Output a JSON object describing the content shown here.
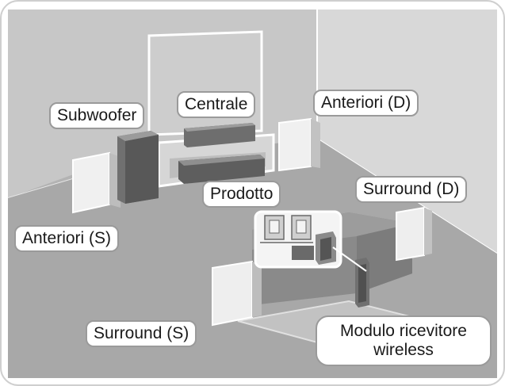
{
  "labels": {
    "subwoofer": "Subwoofer",
    "centrale": "Centrale",
    "anteriori_d": "Anteriori (D)",
    "prodotto": "Prodotto",
    "surround_d": "Surround (D)",
    "anteriori_s": "Anteriori (S)",
    "surround_s": "Surround (S)",
    "modulo_line1": "Modulo ricevitore",
    "modulo_line2": "wireless"
  },
  "colors": {
    "room_frame": "#ffffff",
    "floor": "#a9a9a9",
    "wall": "#c4c4c4",
    "speaker_light": "#eeeeee",
    "speaker_dark": "#6a6a6a",
    "label_border": "#9a9a9a"
  }
}
